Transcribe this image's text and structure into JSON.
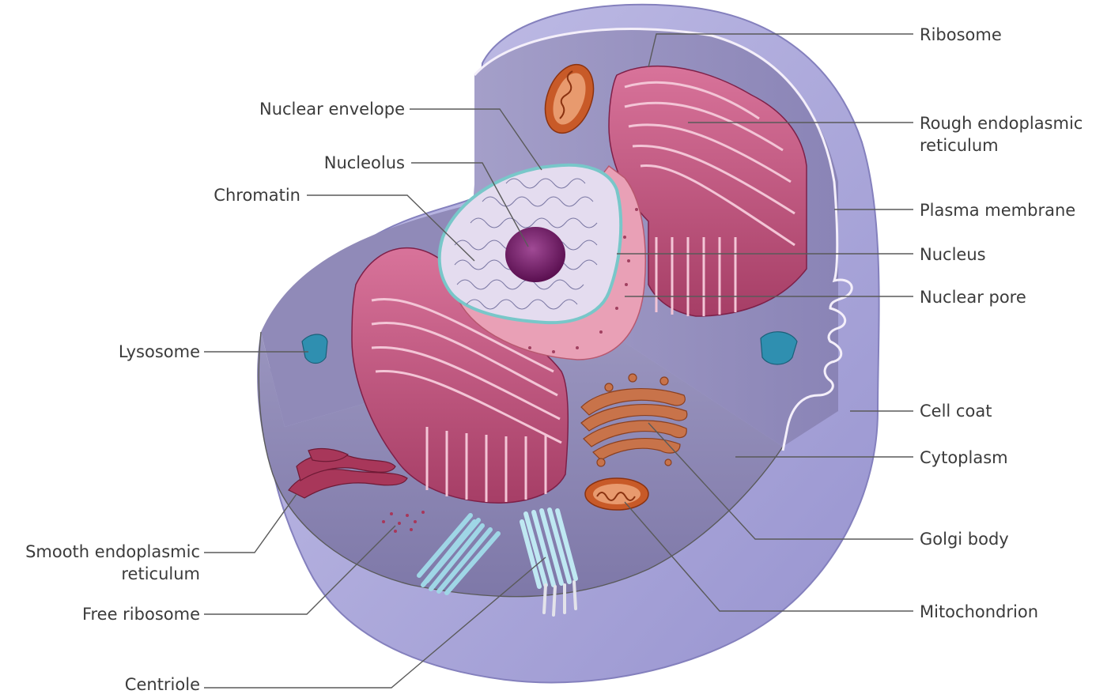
{
  "labels_left": {
    "nuclear_envelope": "Nuclear envelope",
    "nucleolus": "Nucleolus",
    "chromatin": "Chromatin",
    "lysosome": "Lysosome",
    "smooth_er": "Smooth endoplasmic\nreticulum",
    "free_ribosome": "Free ribosome",
    "centriole": "Centriole"
  },
  "labels_right": {
    "ribosome": "Ribosome",
    "rough_er": "Rough endoplasmic\nreticulum",
    "plasma_membrane": "Plasma membrane",
    "nucleus": "Nucleus",
    "nuclear_pore": "Nuclear pore",
    "cell_coat": "Cell coat",
    "cytoplasm": "Cytoplasm",
    "golgi_body": "Golgi body",
    "mitochondrion": "Mitochondrion"
  },
  "colors": {
    "cell_outer": "#a9a6d9",
    "cytoplasm": "#8c86b3",
    "rough_er": "#c2577f",
    "nucleus": "#e4dcef",
    "nucleolus": "#7a1f6a",
    "lysosome": "#2f8fb0",
    "golgi": "#c8734a",
    "mitochondrion": "#c85a28",
    "centriole": "#bfe8f2",
    "smooth_er": "#a8375a"
  }
}
